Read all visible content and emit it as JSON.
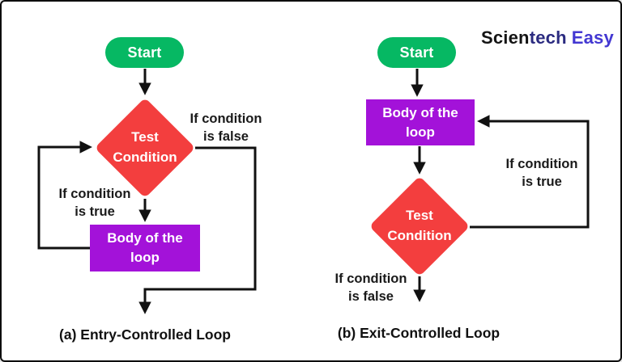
{
  "logo": {
    "brand_part1": "Scien",
    "brand_part2": "tech",
    "brand_part3": "Easy"
  },
  "colors": {
    "green": "#06b863",
    "red": "#f33e3e",
    "purple": "#a312d9",
    "line": "#111111",
    "logo_dark": "#141414",
    "logo_navy": "#2b2b80",
    "logo_accent": "#4338d2"
  },
  "left_flowchart": {
    "start_label": "Start",
    "condition_label": "Test\nCondition",
    "body_label": "Body of the\nloop",
    "false_label": "If condition\nis false",
    "true_label": "If condition\nis true",
    "caption": "(a) Entry-Controlled Loop"
  },
  "right_flowchart": {
    "start_label": "Start",
    "body_label": "Body of the\nloop",
    "condition_label": "Test\nCondition",
    "true_label": "If condition\nis true",
    "false_label": "If condition\nis false",
    "caption": "(b) Exit-Controlled Loop"
  }
}
